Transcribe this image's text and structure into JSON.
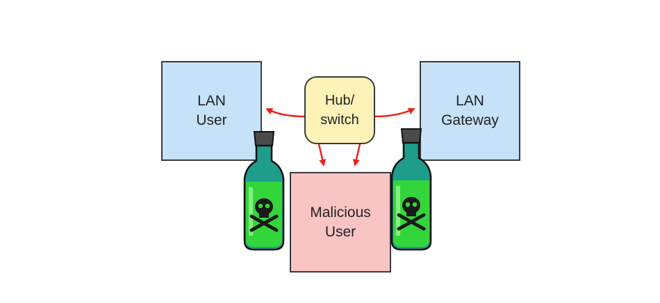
{
  "nodes": {
    "lan_user": {
      "line1": "LAN",
      "line2": "User"
    },
    "lan_gateway": {
      "line1": "LAN",
      "line2": "Gateway"
    },
    "hub": {
      "line1": "Hub/",
      "line2": "switch"
    },
    "malicious_user": {
      "line1": "Malicious",
      "line2": "User"
    }
  },
  "icons": [
    "poison-bottle-icon",
    "skull-crossbones-icon"
  ],
  "colors": {
    "lan_box": "#c6e2f8",
    "hub_box": "#fdf2b8",
    "malicious_box": "#f9c4c4",
    "arrow": "#e8221b",
    "poison": "#33d63a"
  }
}
